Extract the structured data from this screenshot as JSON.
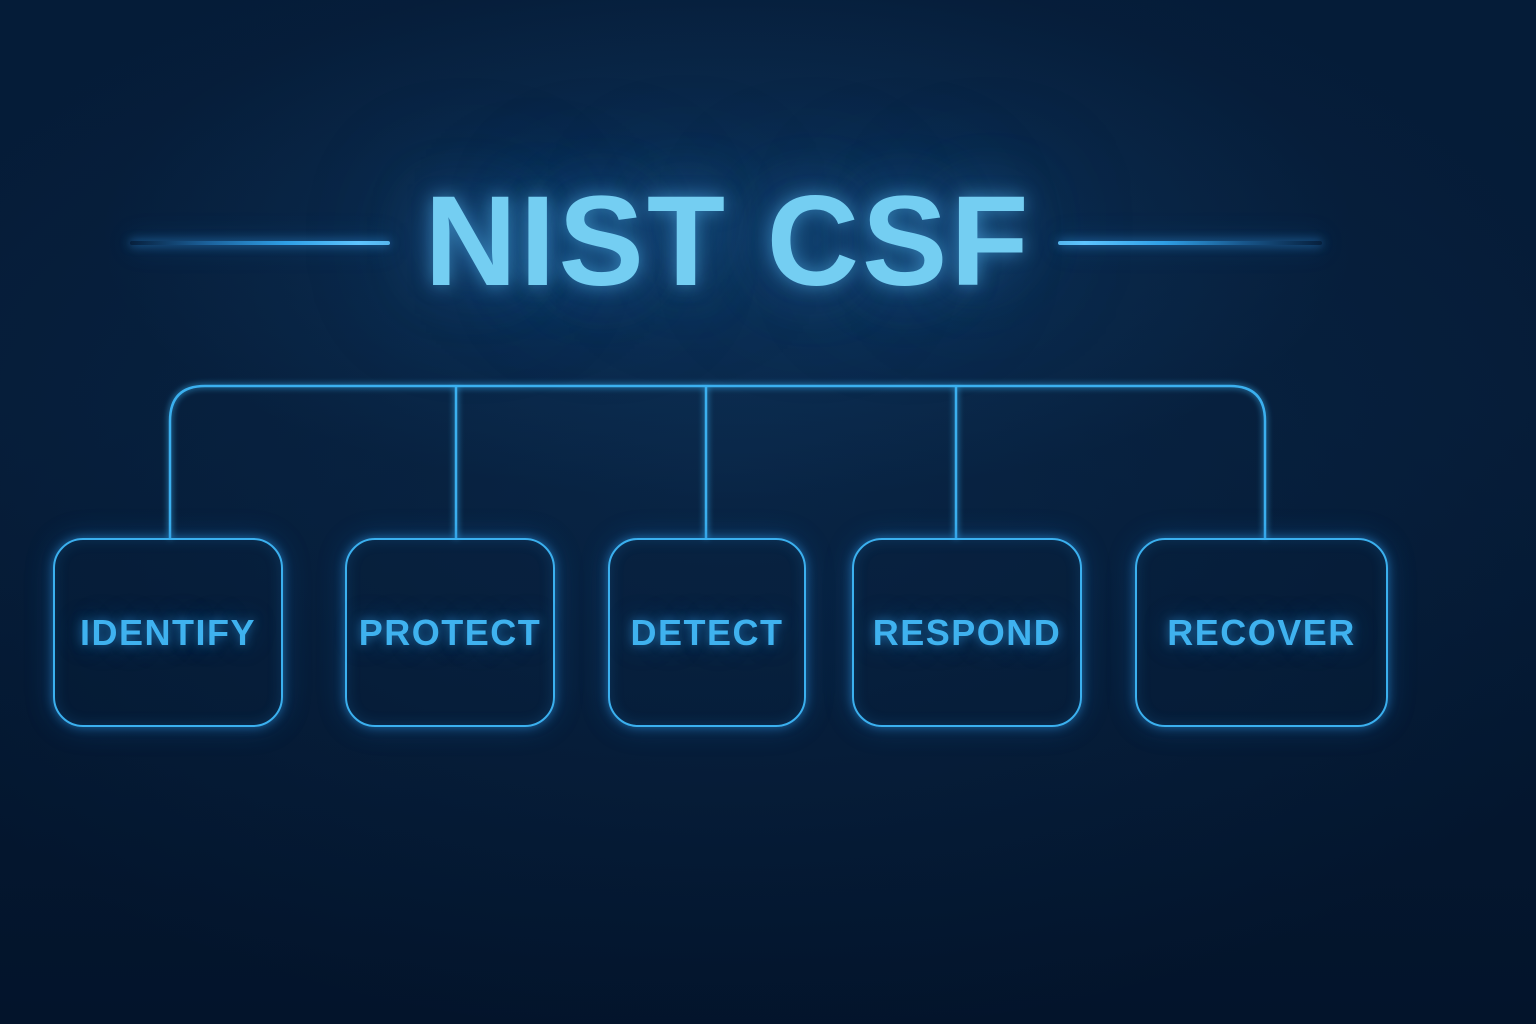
{
  "title": {
    "text": "NIST CSF"
  },
  "nodes": [
    {
      "id": "identify",
      "label": "IDENTIFY"
    },
    {
      "id": "protect",
      "label": "PROTECT"
    },
    {
      "id": "detect",
      "label": "DETECT"
    },
    {
      "id": "respond",
      "label": "RESPOND"
    },
    {
      "id": "recover",
      "label": "RECOVER"
    }
  ],
  "colors": {
    "background": "#051c38",
    "background_bottom": "#03142b",
    "title_text": "#74cef2",
    "divider_line": "#5ec5ff",
    "connector": "#3bb0ef",
    "node_border": "#3bb0ef",
    "node_label": "#3fb2ef"
  }
}
